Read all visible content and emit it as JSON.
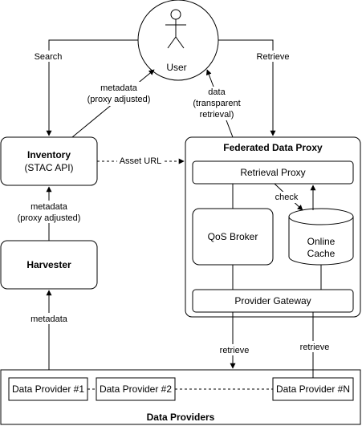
{
  "user": {
    "label": "User"
  },
  "inventory": {
    "title": "Inventory",
    "subtitle": "(STAC API)"
  },
  "harvester": {
    "title": "Harvester"
  },
  "proxy": {
    "title": "Federated Data Proxy",
    "retrieval_proxy": "Retrieval Proxy",
    "qos_broker": "QoS Broker",
    "online_cache_line1": "Online",
    "online_cache_line2": "Cache",
    "provider_gateway": "Provider Gateway"
  },
  "providers": {
    "title": "Data Providers",
    "p1": "Data Provider #1",
    "p2": "Data Provider #2",
    "pn": "Data Provider #N"
  },
  "edges": {
    "search": "Search",
    "retrieve_top": "Retrieve",
    "metadata_adj_top_1": "metadata",
    "metadata_adj_top_2": "(proxy adjusted)",
    "data_1": "data",
    "data_2": "(transparent",
    "data_3": "retrieval)",
    "asset_url": "Asset URL",
    "metadata_adj_mid_1": "metadata",
    "metadata_adj_mid_2": "(proxy adjusted)",
    "check": "check",
    "metadata_bottom": "metadata",
    "retrieve_left": "retrieve",
    "retrieve_right": "retrieve"
  }
}
